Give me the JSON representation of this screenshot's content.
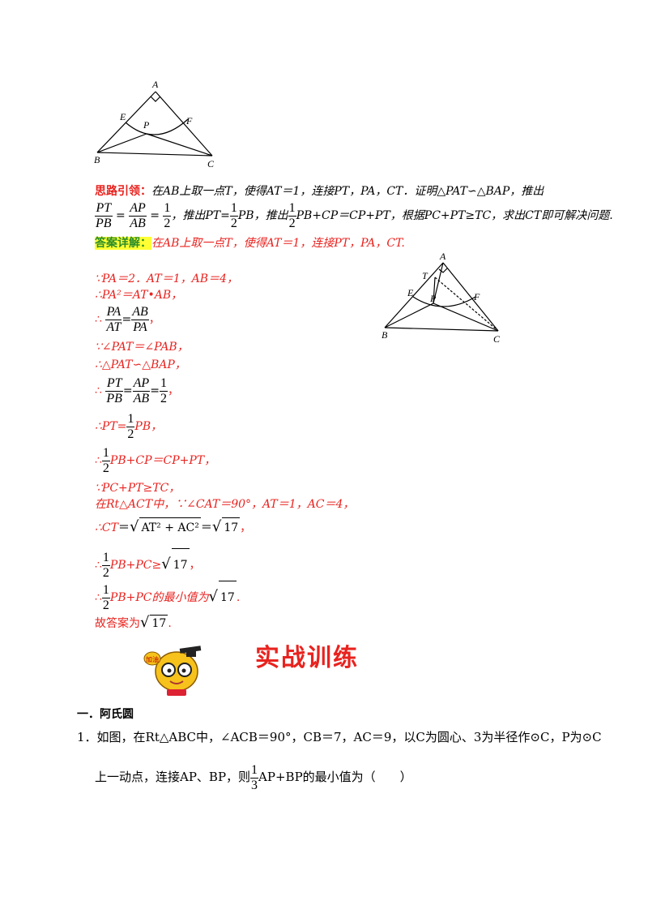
{
  "figure1": {
    "labels": {
      "A": "A",
      "E": "E",
      "P": "P",
      "F": "F",
      "B": "B",
      "C": "C"
    }
  },
  "figure2": {
    "labels": {
      "A": "A",
      "T": "T",
      "E": "E",
      "P": "P",
      "F": "F",
      "B": "B",
      "C": "C"
    }
  },
  "hint": {
    "label": "思路引领：",
    "text1": "在AB上取一点T，使得AT＝1，连接PT，PA，CT．证明△PAT∽△BAP，推出",
    "frac_pt": [
      "PT",
      "PB"
    ],
    "frac_ap": [
      "AP",
      "AB"
    ],
    "frac_half": [
      "1",
      "2"
    ],
    "text2a": "，推出PT=",
    "text2b": "PB，推出",
    "text2c": "PB+CP＝CP+PT，根据PC+PT≥TC，求出CT即可解决问题."
  },
  "answer": {
    "label": "答案详解：",
    "intro": "在AB上取一点T，使得AT＝1，连接PT，PA，CT."
  },
  "steps": {
    "s1": "∵PA＝2．AT＝1，AB＝4，",
    "s2": "∴PA²＝AT•AB，",
    "s3_pre": "∴",
    "s3_frac1": [
      "PA",
      "AT"
    ],
    "s3_frac2": [
      "AB",
      "PA"
    ],
    "s3_post": "，",
    "s4": "∵∠PAT＝∠PAB，",
    "s5": "∴△PAT∽△BAP，",
    "s6_pre": "∴",
    "s6_post": "，",
    "s7_pre": "∴PT=",
    "s7_post": "PB，",
    "s8_pre": "∴",
    "s8_post": "PB+CP＝CP+PT，",
    "s9": "∵PC+PT≥TC，",
    "s10": "在Rt△ACT中，∵∠CAT＝90°，AT＝1，AC＝4，",
    "s11_pre": "∴CT",
    "s11_eq": "＝",
    "s11_rad": "AT² + AC²",
    "s11_eq2": "＝",
    "s11_val": "17",
    "s11_post": "，",
    "s12_pre": "∴",
    "s12_mid": "PB+PC≥",
    "s12_val": "17",
    "s12_post": "，",
    "s13_pre": "∴",
    "s13_mid": "PB+PC的最小值为",
    "s13_val": "17",
    "s13_post": ".",
    "s14_pre": "故答案为",
    "s14_val": "17",
    "s14_post": "."
  },
  "banner": {
    "title": "实战训练",
    "mascot_text": "加油"
  },
  "section_heading": "一．阿氏圆",
  "problem1": {
    "line1": "1．如图，在Rt△ABC中，∠ACB＝90°，CB＝7，AC＝9，以C为圆心、3为半径作⊙C，P为⊙C",
    "line2_pre": "上一动点，连接AP、BP，则",
    "frac": [
      "1",
      "3"
    ],
    "line2_post": "AP+BP的最小值为（　　）"
  }
}
